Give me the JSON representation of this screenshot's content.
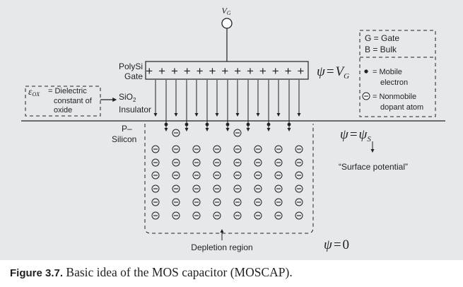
{
  "gate_voltage": "V",
  "gate_voltage_sub": "G",
  "gate": {
    "line1": "PolySi",
    "line2": "Gate",
    "charges": "+ + + + + + + + + + + + +"
  },
  "oxide": {
    "line1": "SiO",
    "line1_sub": "2",
    "line2": "Insulator"
  },
  "silicon": {
    "line1": "P–",
    "line2": "Silicon"
  },
  "eps_box": {
    "symbol": "ε",
    "symbol_sub": "OX",
    "line1": "= Dielectric",
    "line2": "constant of",
    "line3": "oxide"
  },
  "legend": {
    "gate": "G = Gate",
    "bulk": "B = Bulk",
    "mobile_line1": "= Mobile",
    "mobile_line2": "electron",
    "nonmobile_line1": "= Nonmobile",
    "nonmobile_line2": "dopant atom",
    "mobile_symbol": "•",
    "nonmobile_symbol": "⊖"
  },
  "psi_gate": {
    "lhs": "ψ",
    "eq": "=",
    "rhs": "V",
    "sub": "G"
  },
  "psi_surface": {
    "lhs": "ψ",
    "eq": "=",
    "rhs": "ψ",
    "sub": "S"
  },
  "surface_potential": "“Surface potential”",
  "depletion_region": "Depletion region",
  "psi_bulk": {
    "lhs": "ψ",
    "eq": "=",
    "rhs": "0"
  },
  "caption": {
    "label": "Figure 3.7.",
    "text": "Basic idea of the MOS capacitor (MOSCAP)."
  }
}
